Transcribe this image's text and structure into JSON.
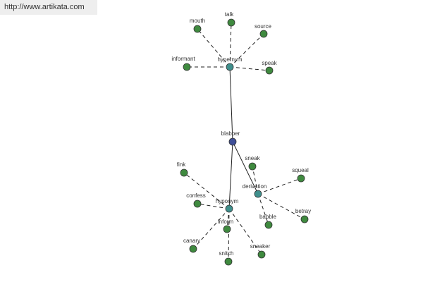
{
  "banner": {
    "url_text": "http://www.artikata.com"
  },
  "colors": {
    "root_node": "#3f4f98",
    "relation_node": "#3f8f8c",
    "word_node": "#3f8a3f",
    "node_stroke": "#333333",
    "edge": "#222222",
    "banner_bg": "#eeeeee"
  },
  "graph": {
    "root": {
      "id": "blabber",
      "label": "blabber"
    },
    "relations": [
      {
        "id": "hypernym",
        "label": "hypernym"
      },
      {
        "id": "hyponym",
        "label": "hyponym"
      },
      {
        "id": "derivation",
        "label": "derivation"
      }
    ],
    "words": [
      {
        "id": "mouth",
        "label": "mouth",
        "parent": "hypernym"
      },
      {
        "id": "talk",
        "label": "talk",
        "parent": "hypernym"
      },
      {
        "id": "source",
        "label": "source",
        "parent": "hypernym"
      },
      {
        "id": "informant",
        "label": "informant",
        "parent": "hypernym"
      },
      {
        "id": "speak",
        "label": "speak",
        "parent": "hypernym"
      },
      {
        "id": "fink",
        "label": "fink",
        "parent": "hyponym"
      },
      {
        "id": "confess",
        "label": "confess",
        "parent": "hyponym"
      },
      {
        "id": "inform",
        "label": "inform",
        "parent": "hyponym"
      },
      {
        "id": "canary",
        "label": "canary",
        "parent": "hyponym"
      },
      {
        "id": "snitch",
        "label": "snitch",
        "parent": "hyponym"
      },
      {
        "id": "sneaker",
        "label": "sneaker",
        "parent": "hyponym"
      },
      {
        "id": "sneak",
        "label": "sneak",
        "parent": "derivation"
      },
      {
        "id": "squeal",
        "label": "squeal",
        "parent": "derivation"
      },
      {
        "id": "betray",
        "label": "betray",
        "parent": "derivation"
      },
      {
        "id": "babble",
        "label": "babble",
        "parent": "derivation"
      }
    ]
  }
}
